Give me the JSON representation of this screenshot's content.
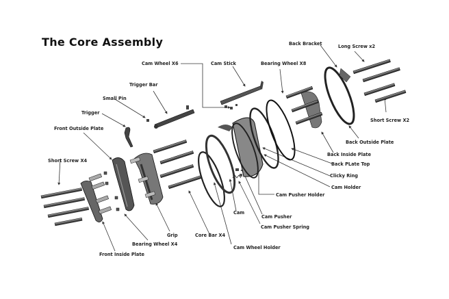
{
  "title": "The Core Assembly",
  "labels": {
    "back_bracket": "Back Bracket",
    "long_screw": "Long Screw x2",
    "cam_wheel": "Cam Wheel X6",
    "cam_stick": "Cam Stick",
    "bearing_wheel_x8": "Bearing Wheel X8",
    "trigger_bar": "Trigger Bar",
    "small_pin": "Small Pin",
    "trigger": "Trigger",
    "front_outside_plate": "Front Outside Plate",
    "short_screw_x2": "Short Screw X2",
    "back_outside_plate": "Back Outside Plate",
    "back_inside_plate": "Back Inside Plate",
    "back_plate_top": "Back PLate Top",
    "clicky_ring": "Clicky Ring",
    "cam_holder": "Cam Holder",
    "cam_pusher_holder": "Cam Pusher Holder",
    "short_screw_x4": "Short Screw X4",
    "cam": "Cam",
    "cam_pusher": "Cam Pusher",
    "cam_pusher_spring": "Cam Pusher Spring",
    "grip": "Grip",
    "core_bar": "Core Bar X4",
    "bearing_wheel_x4": "Bearing Wheel X4",
    "cam_wheel_holder": "Cam Wheel Holder",
    "front_inside_plate": "Front Inside Plate"
  }
}
